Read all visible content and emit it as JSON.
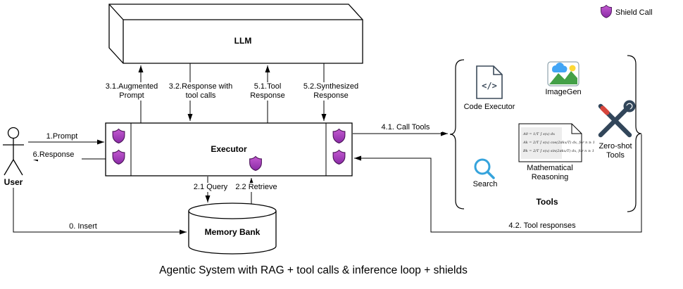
{
  "title": "Agentic System with RAG + tool calls & inference loop + shields",
  "legend": {
    "shield_call": "Shield Call"
  },
  "nodes": {
    "llm": {
      "label": "LLM"
    },
    "executor": {
      "label": "Executor"
    },
    "memory_bank": {
      "label": "Memory Bank"
    },
    "user": {
      "label": "User"
    },
    "tools_group": {
      "label": "Tools"
    },
    "code_executor": {
      "label": "Code Executor",
      "glyph": "</>"
    },
    "imagegen": {
      "label": "ImageGen"
    },
    "search": {
      "label": "Search"
    },
    "math_reasoning": {
      "label": "Mathematical Reasoning",
      "lines": [
        "A0 = 1/T ∫ s(x) dx",
        "Ak = 2/T ∫ s(x) cos(2πkx/T) dx,  for n ≥ 1",
        "Bk = 2/T ∫ s(x) sin(2πkx/T) dx,  for n ≥ 1"
      ]
    },
    "zero_shot_tools": {
      "label": "Zero-shot Tools"
    }
  },
  "edges": {
    "insert": {
      "label": "0. Insert"
    },
    "prompt": {
      "label": "1.Prompt"
    },
    "query": {
      "label": "2.1 Query"
    },
    "retrieve": {
      "label": "2.2 Retrieve"
    },
    "augmented_prompt": {
      "label": "3.1.Augmented Prompt"
    },
    "response_with_tool_calls": {
      "label": "3.2.Response with tool calls"
    },
    "call_tools": {
      "label": "4.1. Call Tools"
    },
    "tool_responses": {
      "label": "4.2. Tool responses"
    },
    "tool_response": {
      "label": "5.1.Tool Response"
    },
    "synthesized_response": {
      "label": "5.2.Synthesized Response"
    },
    "response": {
      "label": "6.Response"
    }
  },
  "colors": {
    "shield_fill_top": "#c45ad1",
    "shield_fill_bottom": "#8a2ba6",
    "shield_stroke": "#4a1458",
    "search_blue": "#35a3dc",
    "imagegen_green": "#43a047",
    "imagegen_blue": "#42a5f5",
    "imagegen_yellow": "#fdd835",
    "tool_dark": "#32465a",
    "tool_red": "#d6453c",
    "line": "#000000"
  }
}
